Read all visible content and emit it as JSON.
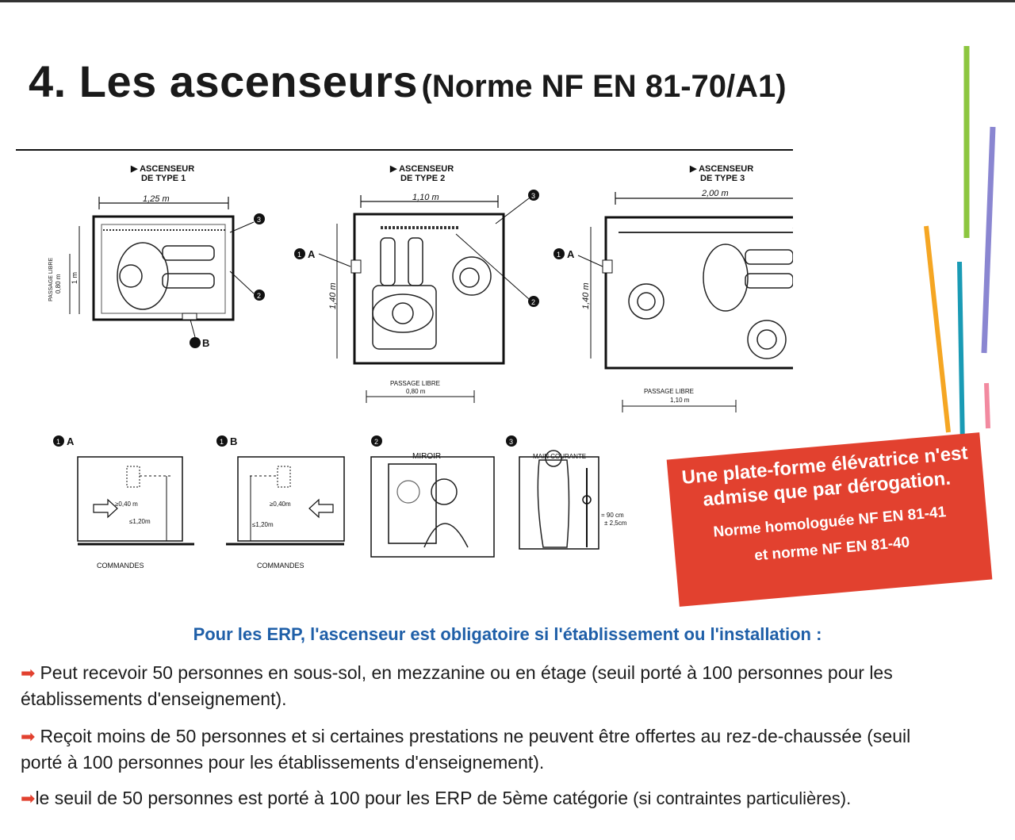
{
  "title": {
    "main": "4. Les ascenseurs",
    "norm": "(Norme NF EN 81-70/A1)"
  },
  "figures": {
    "type1": {
      "label_line1": "▶ ASCENSEUR",
      "label_line2": "DE TYPE 1",
      "width": "1,25 m",
      "passage_label_line1": "PASSAGE LIBRE",
      "passage_label_line2": "0,80 m",
      "depth": "1 m"
    },
    "type2": {
      "label_line1": "▶ ASCENSEUR",
      "label_line2": "DE TYPE 2",
      "width": "1,10 m",
      "depth": "1,40 m",
      "passage_label": "PASSAGE LIBRE",
      "passage_value": "0,80 m"
    },
    "type3": {
      "label_line1": "▶ ASCENSEUR",
      "label_line2": "DE TYPE 3",
      "width": "2,00 m",
      "depth": "1,40 m",
      "passage_label": "PASSAGE LIBRE",
      "passage_value": "1,10 m"
    },
    "markers": {
      "one_a": "A",
      "one_b": "B",
      "one": "1",
      "two": "2",
      "three": "3"
    },
    "details": {
      "a": {
        "label": "A",
        "h1": "≥0,40 m",
        "h2": "≤1,20m",
        "caption": "COMMANDES"
      },
      "b": {
        "label": "B",
        "h1": "≥0,40m",
        "h2": "≤1,20m",
        "caption": "COMMANDES"
      },
      "c": {
        "caption": "MIROIR"
      },
      "d": {
        "caption": "MAIN COURANTE",
        "h1": "= 90 cm",
        "h2": "± 2,5cm"
      }
    }
  },
  "callout": {
    "main": "Une plate-forme élévatrice n'est admise que par dérogation.",
    "norm1": "Norme homologuée NF EN 81-41",
    "norm2": "et norme NF EN 81-40"
  },
  "erp_heading": "Pour les ERP, l'ascenseur est obligatoire si l'établissement ou l'installation :",
  "bullets": [
    {
      "text": "Peut recevoir 50 personnes en sous-sol, en mezzanine ou en étage (seuil porté à 100 personnes pour les établissements d'enseignement)."
    },
    {
      "text": "Reçoit moins de 50 personnes et si certaines prestations ne peuvent être offertes au rez-de-chaussée (seuil porté à 100 personnes pour les établissements d'enseignement)."
    },
    {
      "main": "le seuil de 50 personnes est porté à 100 pour les ERP de 5ème catégorie",
      "tail": " (si contraintes particulières)."
    }
  ],
  "colors": {
    "accent_red": "#e2412f",
    "heading_blue": "#1f5fa8",
    "bar_green": "#8cc63f",
    "bar_purple": "#8a86d1",
    "bar_orange": "#f5a623",
    "bar_teal": "#1a9bb5",
    "bar_pink": "#f28aa0"
  },
  "icons": {
    "arrow": "red-arrow-icon"
  }
}
